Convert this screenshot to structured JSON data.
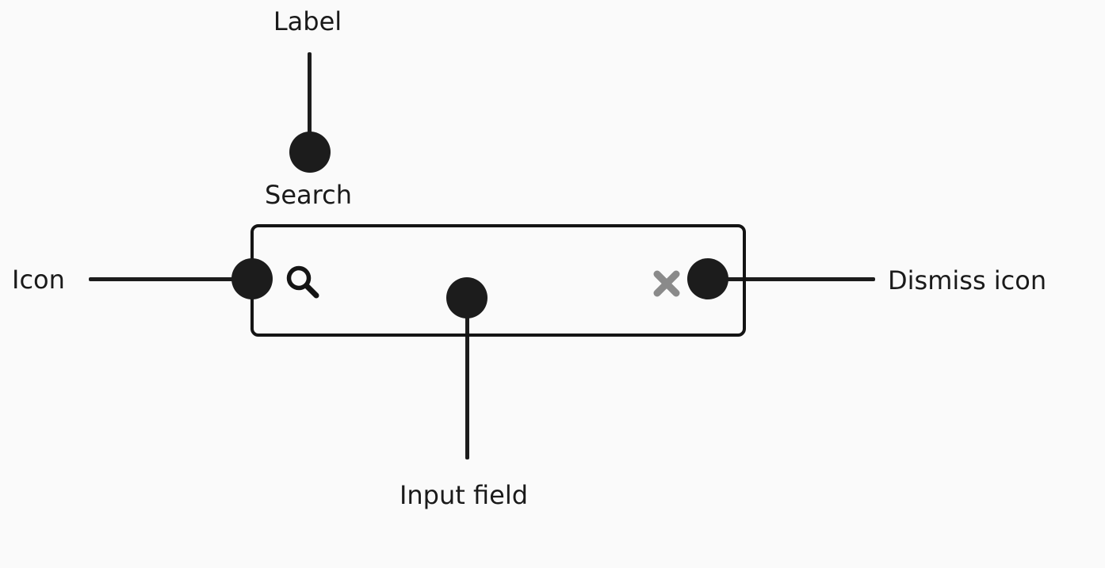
{
  "component": {
    "label": "Search",
    "input_value": ""
  },
  "annotations": {
    "label": "Label",
    "icon": "Icon",
    "input_field": "Input field",
    "dismiss_icon": "Dismiss icon"
  },
  "icons": {
    "left": "search-icon",
    "right": "dismiss-x-icon"
  },
  "colors": {
    "background": "#fafafa",
    "foreground": "#1c1c1c",
    "border": "#141414",
    "dismiss_icon": "#8a8a8a",
    "text": "#1a1a1a"
  }
}
